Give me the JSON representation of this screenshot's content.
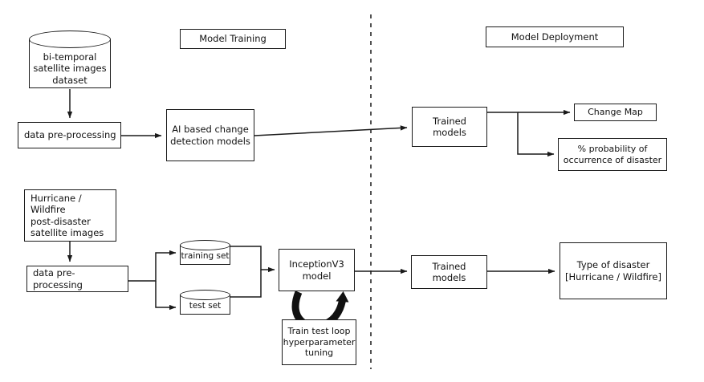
{
  "diagram": {
    "title_boxes": [
      {
        "id": "model-training",
        "label": "Model Training"
      },
      {
        "id": "model-deployment",
        "label": "Model Deployment"
      }
    ],
    "top_pipeline": {
      "datastore": {
        "label": "bi-temporal\nsatellite images\ndataset"
      },
      "preprocess": {
        "label": "data pre-processing"
      },
      "model": {
        "label": "AI based change\ndetection models"
      },
      "trained": {
        "label": "Trained\nmodels"
      },
      "outputs": [
        {
          "label": "Change Map"
        },
        {
          "label": "% probability of\noccurrence of disaster"
        }
      ]
    },
    "bottom_pipeline": {
      "source": {
        "label": "Hurricane /\nWildfire\npost-disaster\nsatellite images"
      },
      "preprocess": {
        "label": "data pre-processing"
      },
      "splits": [
        {
          "label": "training set"
        },
        {
          "label": "test set"
        }
      ],
      "model": {
        "label": "InceptionV3\nmodel"
      },
      "loop": {
        "label": "Train test loop\nhyperparameter\ntuning"
      },
      "trained": {
        "label": "Trained\nmodels"
      },
      "output": {
        "label": "Type of disaster\n[Hurricane / Wildfire]"
      }
    },
    "divider": {
      "style": "dashed-vertical"
    },
    "colors": {
      "stroke": "#1a1a1a",
      "wire": "#2a2a2a",
      "background": "#ffffff",
      "text": "#111111"
    }
  }
}
